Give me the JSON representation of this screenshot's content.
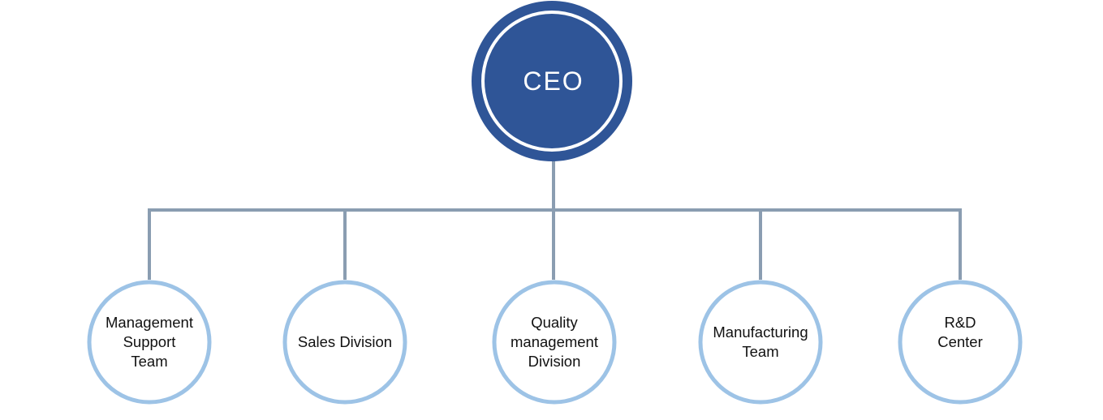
{
  "root": {
    "label": "CEO"
  },
  "departments": [
    {
      "lines": [
        "Management",
        "Support",
        "Team"
      ]
    },
    {
      "lines": [
        "Sales Division"
      ]
    },
    {
      "lines": [
        "Quality",
        "management",
        "Division"
      ]
    },
    {
      "lines": [
        "Manufacturing",
        "Team"
      ]
    },
    {
      "lines": [
        "R&D",
        "Center"
      ]
    }
  ],
  "colors": {
    "root_fill": "#2f5597",
    "root_ring": "#ffffff",
    "department_stroke": "#9dc3e6",
    "connector": "#8a9db1",
    "text_dark": "#111111"
  }
}
